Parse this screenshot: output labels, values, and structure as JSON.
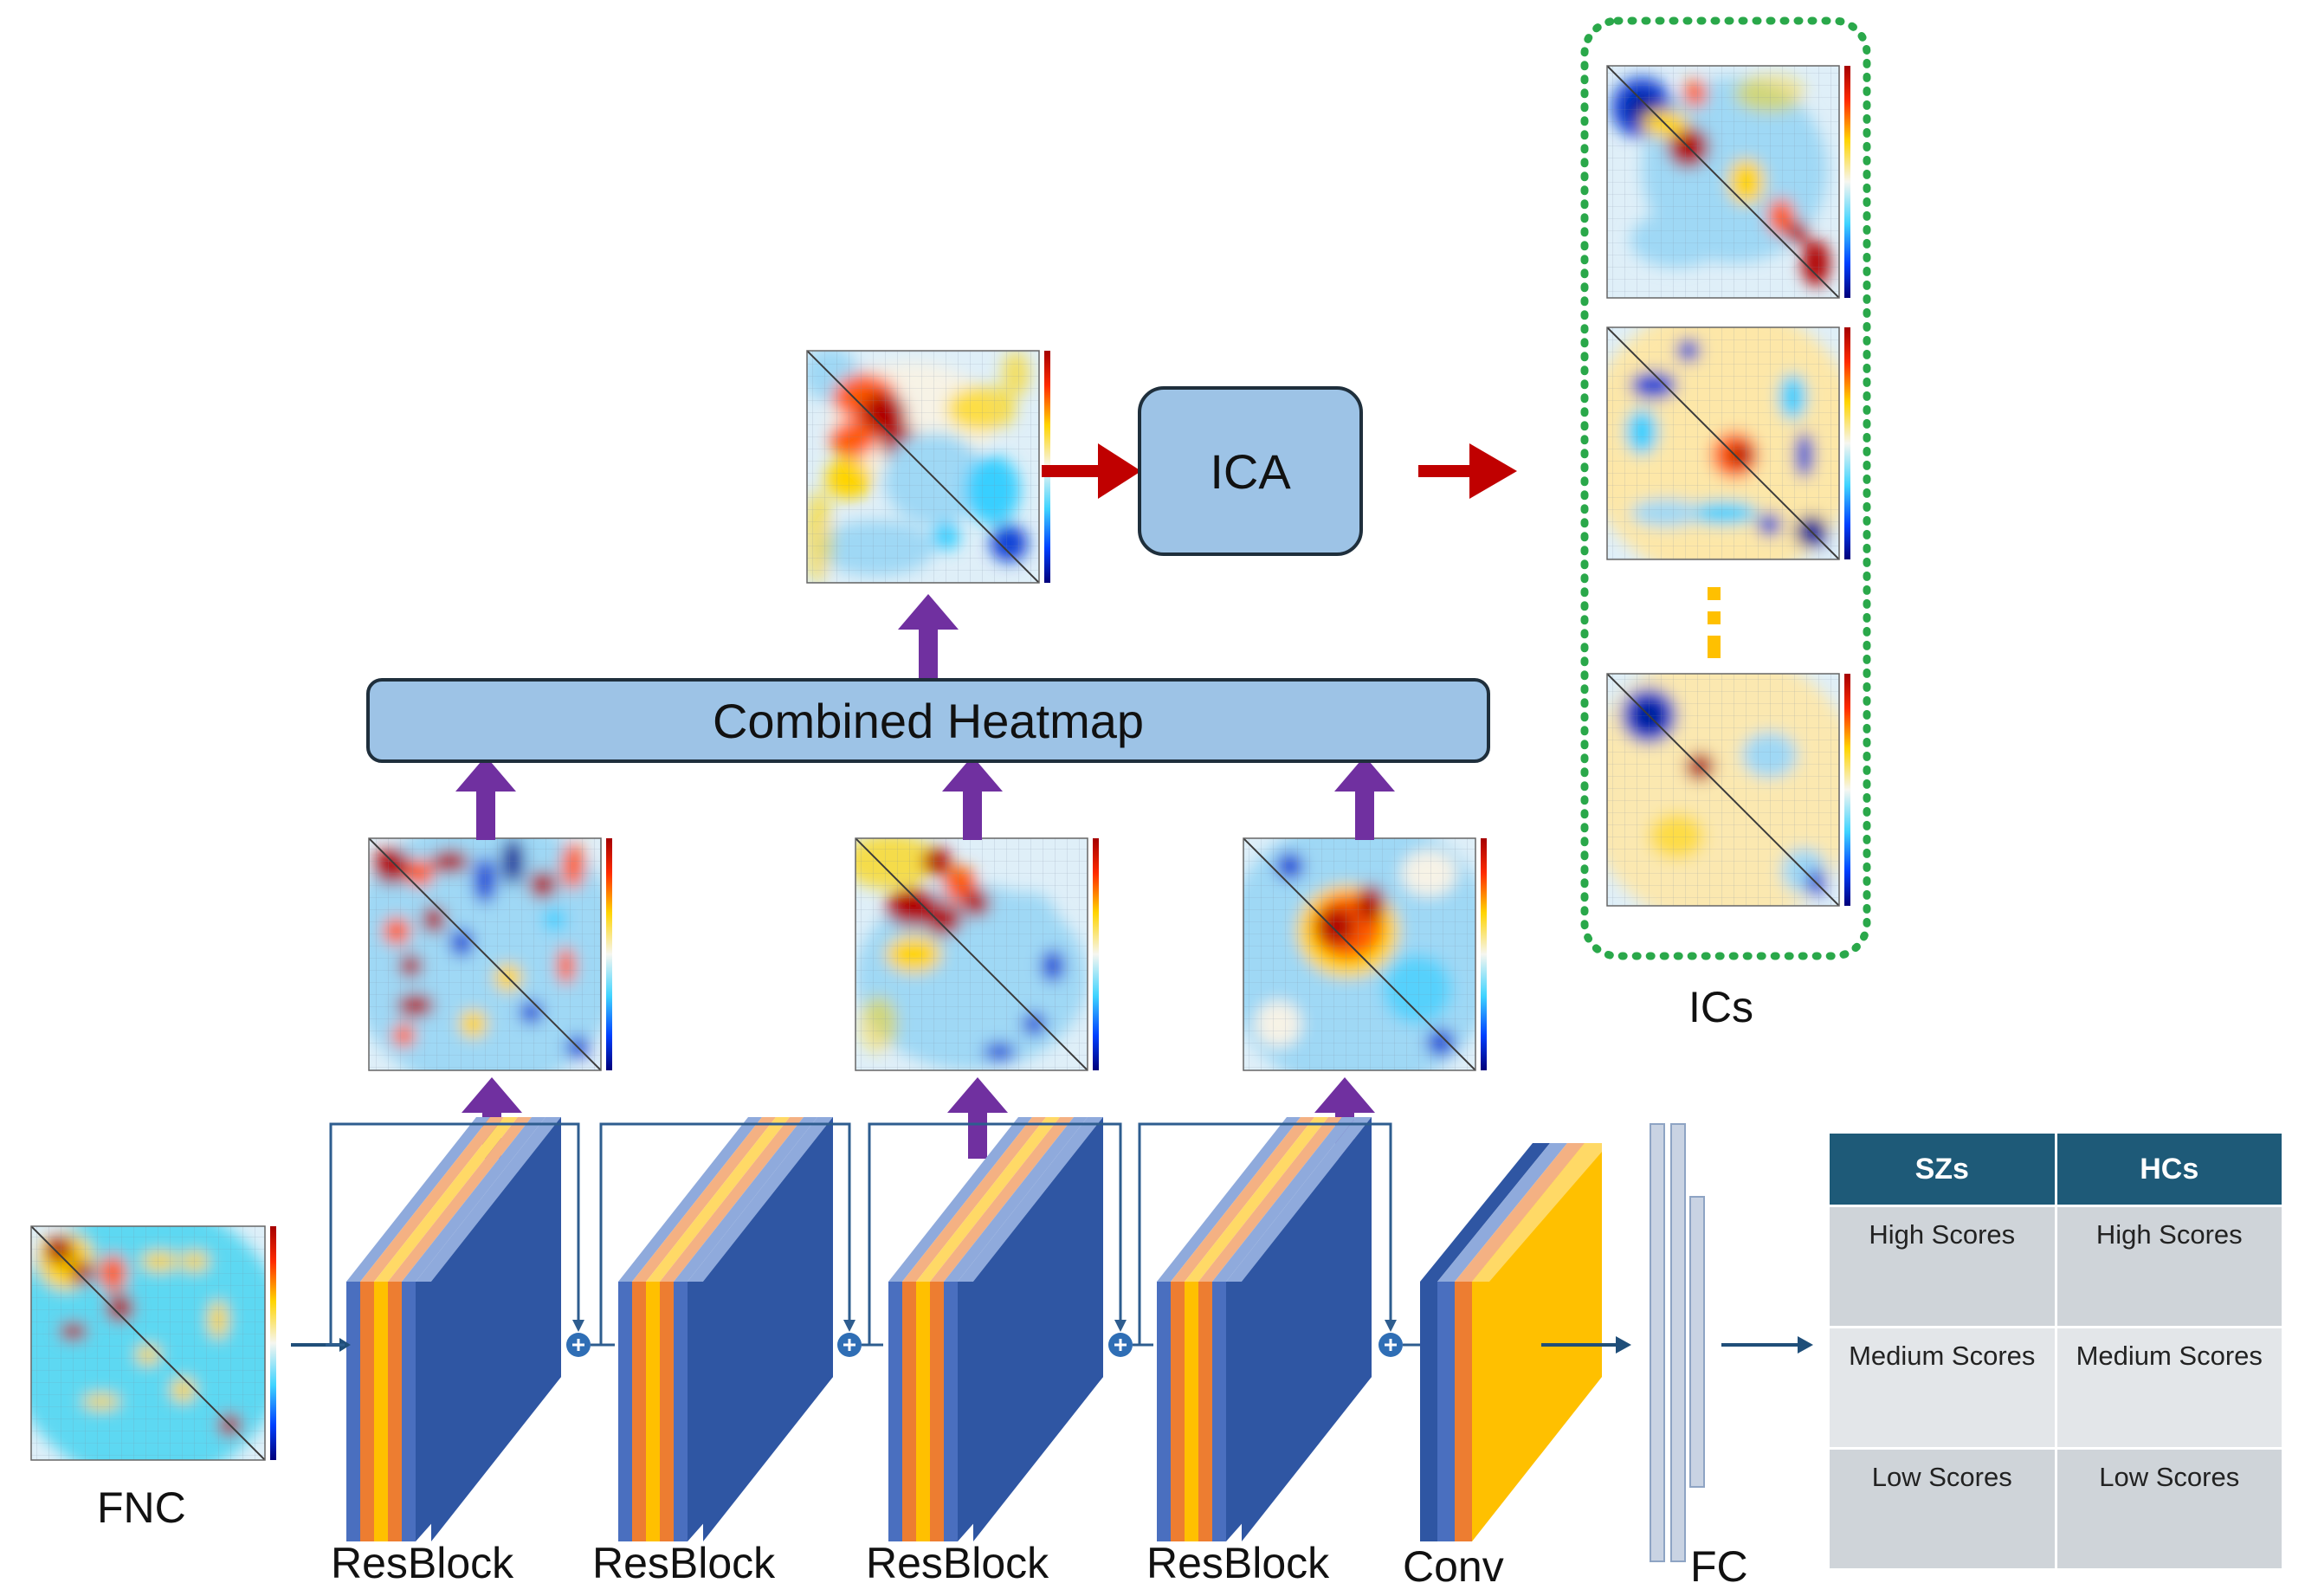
{
  "labels": {
    "ica": "ICA",
    "combined": "Combined Heatmap",
    "ics": "ICs",
    "fnc": "FNC",
    "resblock": "ResBlock",
    "conv": "Conv",
    "fc": "FC"
  },
  "table": {
    "headers": [
      "SZs",
      "HCs"
    ],
    "rows": [
      [
        "High Scores",
        "High Scores"
      ],
      [
        "Medium Scores",
        "Medium Scores"
      ],
      [
        "Low Scores",
        "Low Scores"
      ]
    ]
  },
  "colors": {
    "box_fill": "#9dc3e6",
    "block_blue": "#2f56a3",
    "block_light": "#8faadc",
    "block_orange": "#ed7d31",
    "block_peach": "#f4b183",
    "conv_yellow": "#ffc000",
    "arrow_purple": "#7030a0",
    "arrow_red": "#c00000",
    "arrow_teal": "#1f4e79",
    "dotted_green": "#2aa84a",
    "ellipsis_orange": "#ffc000",
    "table_header": "#1e5a78"
  }
}
